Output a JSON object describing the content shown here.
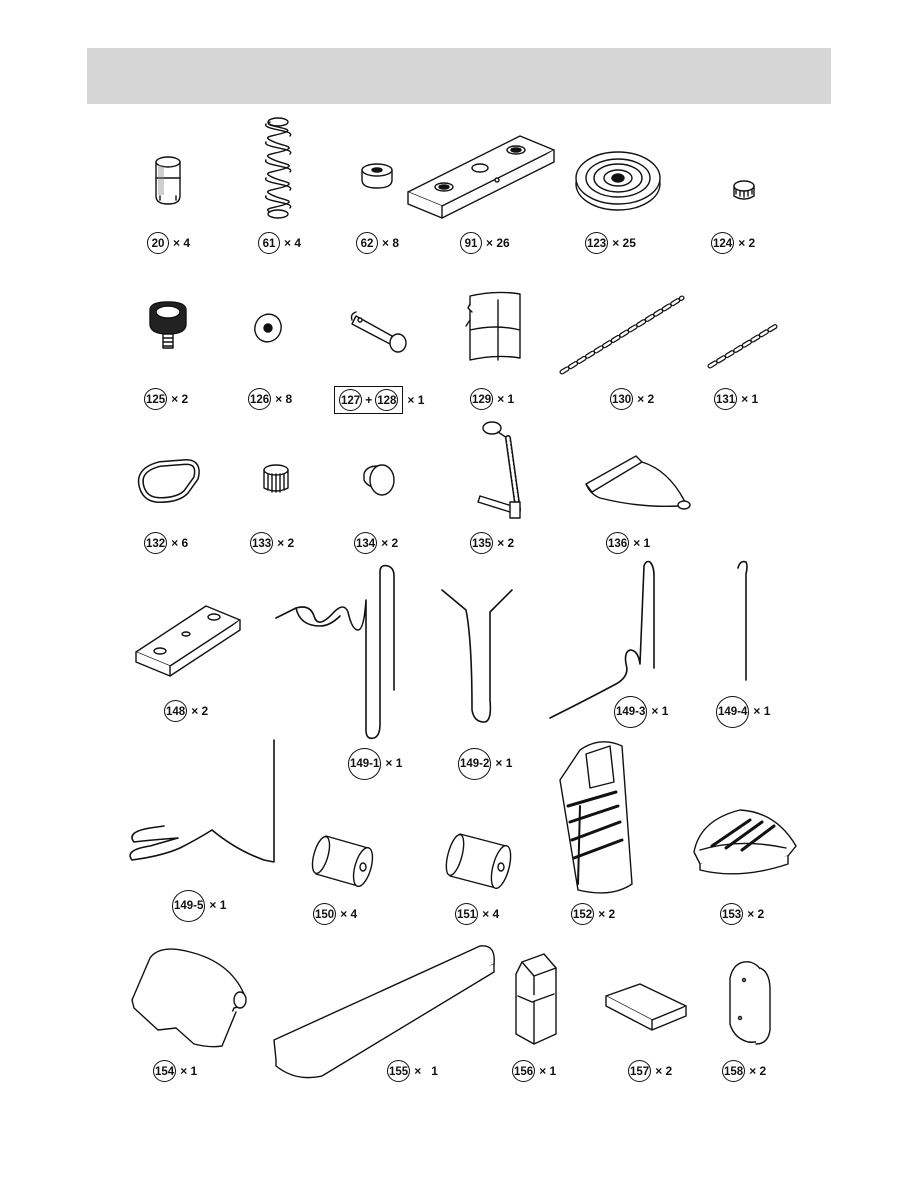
{
  "parts": [
    {
      "id": "p20",
      "number": "20",
      "qty": "× 4"
    },
    {
      "id": "p61",
      "number": "61",
      "qty": "× 4"
    },
    {
      "id": "p62",
      "number": "62",
      "qty": "× 8"
    },
    {
      "id": "p91",
      "number": "91",
      "qty": "× 26"
    },
    {
      "id": "p123",
      "number": "123",
      "qty": "× 25"
    },
    {
      "id": "p124",
      "number": "124",
      "qty": "× 2"
    },
    {
      "id": "p125",
      "number": "125",
      "qty": "× 2"
    },
    {
      "id": "p126",
      "number": "126",
      "qty": "× 8"
    },
    {
      "id": "p127",
      "number": "127",
      "number_b": "128",
      "joiner": "+",
      "qty": "× 1"
    },
    {
      "id": "p129",
      "number": "129",
      "qty": "× 1"
    },
    {
      "id": "p130",
      "number": "130",
      "qty": "× 2"
    },
    {
      "id": "p131",
      "number": "131",
      "qty": "× 1"
    },
    {
      "id": "p132",
      "number": "132",
      "qty": "× 6"
    },
    {
      "id": "p133",
      "number": "133",
      "qty": "× 2"
    },
    {
      "id": "p134",
      "number": "134",
      "qty": "× 2"
    },
    {
      "id": "p135",
      "number": "135",
      "qty": "× 2"
    },
    {
      "id": "p136",
      "number": "136",
      "qty": "× 1"
    },
    {
      "id": "p148",
      "number": "148",
      "qty": "× 2"
    },
    {
      "id": "p149_3",
      "number": "149-3",
      "qty": "× 1"
    },
    {
      "id": "p149_4",
      "number": "149-4",
      "qty": "× 1"
    },
    {
      "id": "p149_1",
      "number": "149-1",
      "qty": "× 1"
    },
    {
      "id": "p149_2",
      "number": "149-2",
      "qty": "× 1"
    },
    {
      "id": "p149_5",
      "number": "149-5",
      "qty": "× 1"
    },
    {
      "id": "p150",
      "number": "150",
      "qty": "× 4"
    },
    {
      "id": "p151",
      "number": "151",
      "qty": "× 4"
    },
    {
      "id": "p152",
      "number": "152",
      "qty": "× 2"
    },
    {
      "id": "p153",
      "number": "153",
      "qty": "× 2"
    },
    {
      "id": "p154",
      "number": "154",
      "qty": "× 1"
    },
    {
      "id": "p155",
      "number": "155",
      "qty": "×   1"
    },
    {
      "id": "p156",
      "number": "156",
      "qty": "× 1"
    },
    {
      "id": "p157",
      "number": "157",
      "qty": "× 2"
    },
    {
      "id": "p158",
      "number": "158",
      "qty": "× 2"
    }
  ]
}
